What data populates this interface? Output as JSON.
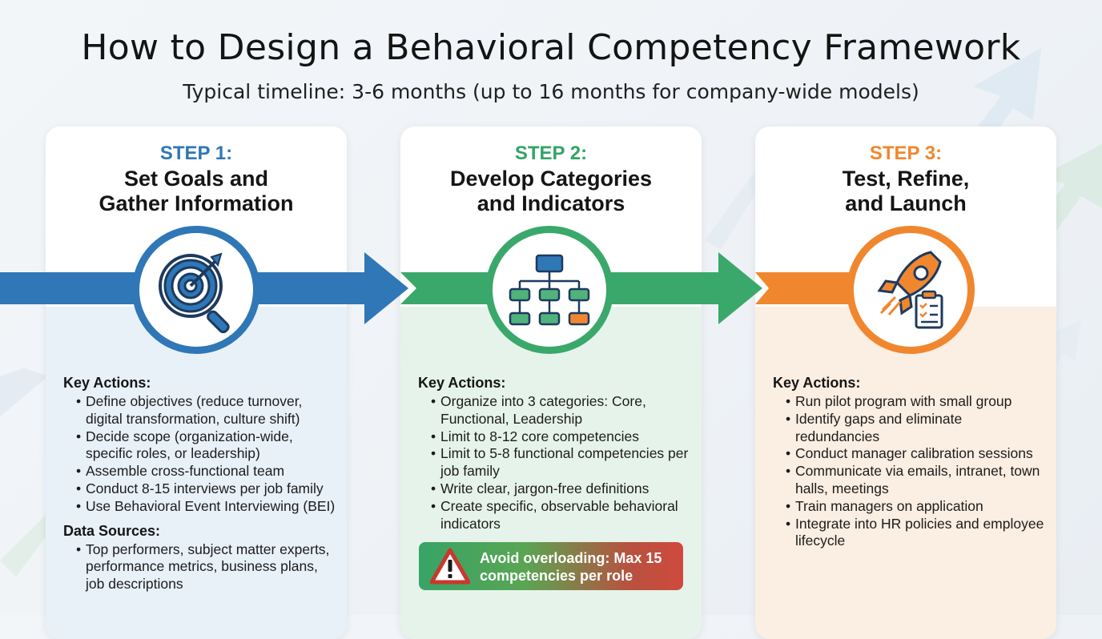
{
  "header": {
    "title": "How to Design a Behavioral Competency Framework",
    "subtitle": "Typical timeline: 3-6 months (up to 16 months for company-wide models)"
  },
  "colors": {
    "step1": "#2f77b6",
    "step2": "#3aa86b",
    "step3": "#f0872f",
    "warning": "#cf4a3e"
  },
  "steps": [
    {
      "label": "STEP 1:",
      "title_line1": "Set Goals and",
      "title_line2": "Gather Information",
      "icon": "target-magnifier-icon",
      "key_actions_heading": "Key Actions:",
      "key_actions": [
        "Define objectives (reduce turnover, digital transformation, culture shift)",
        "Decide scope (organization-wide, specific roles, or leadership)",
        "Assemble cross-functional team",
        "Conduct 8-15 interviews per job family",
        "Use Behavioral Event Interviewing (BEI)"
      ],
      "data_sources_heading": "Data Sources:",
      "data_sources": [
        "Top performers, subject matter experts, performance metrics, business plans, job descriptions"
      ]
    },
    {
      "label": "STEP 2:",
      "title_line1": "Develop Categories",
      "title_line2": "and Indicators",
      "icon": "org-chart-icon",
      "key_actions_heading": "Key Actions:",
      "key_actions": [
        "Organize into 3 categories: Core, Functional, Leadership",
        "Limit to 8-12 core competencies",
        "Limit to 5-8 functional competencies per job family",
        "Write clear, jargon-free definitions",
        "Create specific, observable behavioral indicators"
      ],
      "warning": "Avoid overloading: Max 15 competencies per role"
    },
    {
      "label": "STEP 3:",
      "title_line1": "Test, Refine,",
      "title_line2": "and Launch",
      "icon": "rocket-clipboard-icon",
      "key_actions_heading": "Key Actions:",
      "key_actions": [
        "Run pilot program with small group",
        "Identify gaps and eliminate redundancies",
        "Conduct manager calibration sessions",
        "Communicate via emails, intranet, town halls, meetings",
        "Train managers on application",
        "Integrate into HR policies and employee lifecycle"
      ]
    }
  ]
}
